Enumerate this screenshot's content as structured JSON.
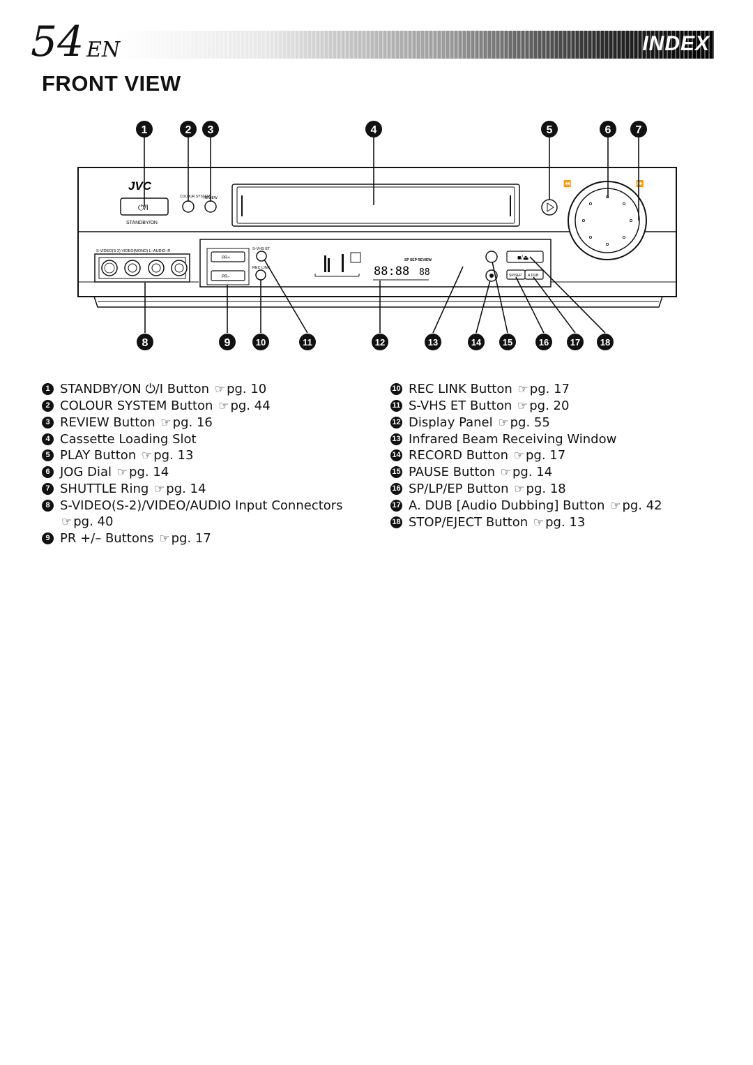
{
  "header": {
    "page_number": "54",
    "language": "EN",
    "section": "INDEX"
  },
  "title": "FRONT VIEW",
  "device_labels": {
    "brand": "JVC",
    "standby_symbol": "⏻/I",
    "standby_label": "STANDBY/ON",
    "colour_system": "COLOUR SYSTEM",
    "review": "REVIEW",
    "inputs": "S-VIDEO(S-2)  VIDEO(MONO) L–AUDIO–R",
    "pr_plus": "PR+",
    "pr_minus": "PR–",
    "svhs_et": "S-VHS ET",
    "rec_link": "REC LINK",
    "display_modes": "SP  SEP  REVIEW",
    "display_digits": "88:88",
    "display_small": "88",
    "stop_eject": "■/⏏",
    "spsep": "SP/SEP",
    "adub": "A.DUB",
    "rew": "⏪",
    "ff": "⏩"
  },
  "callouts": [
    "1",
    "2",
    "3",
    "4",
    "5",
    "6",
    "7",
    "8",
    "9",
    "10",
    "11",
    "12",
    "13",
    "14",
    "15",
    "16",
    "17",
    "18"
  ],
  "index_left": [
    {
      "num": "1",
      "text": "STANDBY/ON ⏻/I Button",
      "ref": "pg. 10"
    },
    {
      "num": "2",
      "text": "COLOUR SYSTEM Button",
      "ref": "pg. 44"
    },
    {
      "num": "3",
      "text": "REVIEW Button",
      "ref": "pg. 16"
    },
    {
      "num": "4",
      "text": "Cassette Loading Slot",
      "ref": ""
    },
    {
      "num": "5",
      "text": "PLAY Button",
      "ref": "pg. 13"
    },
    {
      "num": "6",
      "text": "JOG Dial",
      "ref": "pg. 14"
    },
    {
      "num": "7",
      "text": "SHUTTLE Ring",
      "ref": "pg. 14"
    },
    {
      "num": "8",
      "text": "S-VIDEO(S-2)/VIDEO/AUDIO Input Connectors",
      "ref": "pg. 40"
    },
    {
      "num": "9",
      "text": "PR +/– Buttons",
      "ref": "pg. 17"
    }
  ],
  "index_right": [
    {
      "num": "10",
      "text": "REC LINK Button",
      "ref": "pg. 17"
    },
    {
      "num": "11",
      "text": "S-VHS ET Button",
      "ref": "pg. 20"
    },
    {
      "num": "12",
      "text": "Display Panel",
      "ref": "pg. 55"
    },
    {
      "num": "13",
      "text": "Infrared Beam Receiving Window",
      "ref": ""
    },
    {
      "num": "14",
      "text": "RECORD Button",
      "ref": "pg. 17"
    },
    {
      "num": "15",
      "text": "PAUSE Button",
      "ref": "pg. 14"
    },
    {
      "num": "16",
      "text": "SP/LP/EP  Button",
      "ref": "pg. 18"
    },
    {
      "num": "17",
      "text": "A. DUB [Audio Dubbing] Button",
      "ref": "pg. 42"
    },
    {
      "num": "18",
      "text": "STOP/EJECT Button",
      "ref": "pg. 13"
    }
  ],
  "ref_symbol": "☞"
}
